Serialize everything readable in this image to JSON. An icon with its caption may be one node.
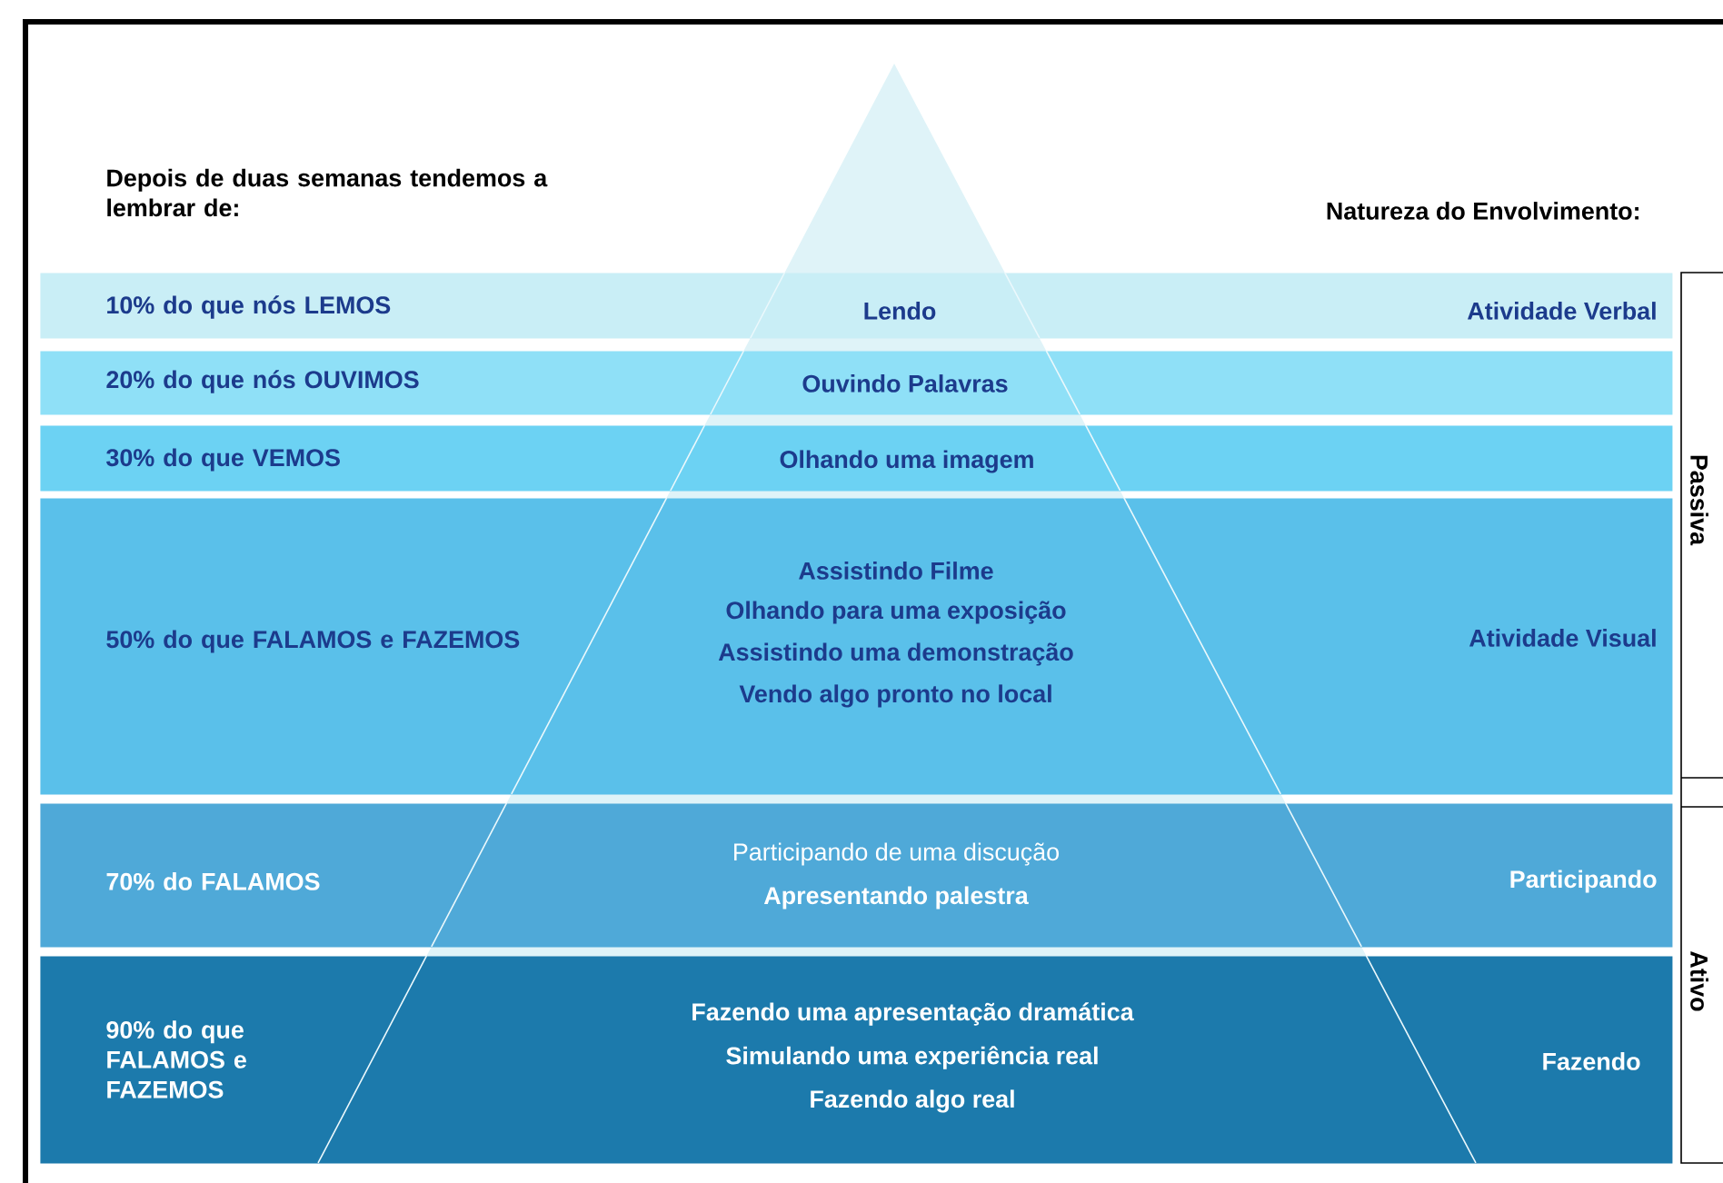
{
  "diagram": {
    "nodes": [
      {
        "text": [
          "10% do que nós LEMOS",
          "Lendo",
          "Atividade Verbal"
        ]
      },
      {
        "text": [
          "20% do que nós OUVIMOS",
          "Ouvindo Palavras"
        ]
      },
      {
        "text": [
          "30% do que VEMOS",
          "Olhando uma imagem"
        ]
      },
      {
        "text": [
          "50% do que FALAMOS e FAZEMOS",
          "Assistindo Filme",
          "Olhando para uma exposição",
          "Assistindo uma demonstração",
          "Vendo algo pronto no local",
          "Atividade Visual"
        ]
      },
      {
        "text": [
          "70% do FALAMOS",
          "Participando de uma discução",
          "Apresentando palestra",
          "Participando"
        ]
      },
      {
        "text": [
          "90% do que FALAMOS e FAZEMOS",
          "Fazendo uma apresentação dramática",
          "Simulando uma experiência real",
          "Fazendo algo real",
          "Fazendo"
        ]
      }
    ],
    "labels": [
      "Depois de duas semanas tendemos a lembrar de:",
      "Natureza do Envolvimento:",
      "Passiva",
      "Ativo"
    ]
  }
}
